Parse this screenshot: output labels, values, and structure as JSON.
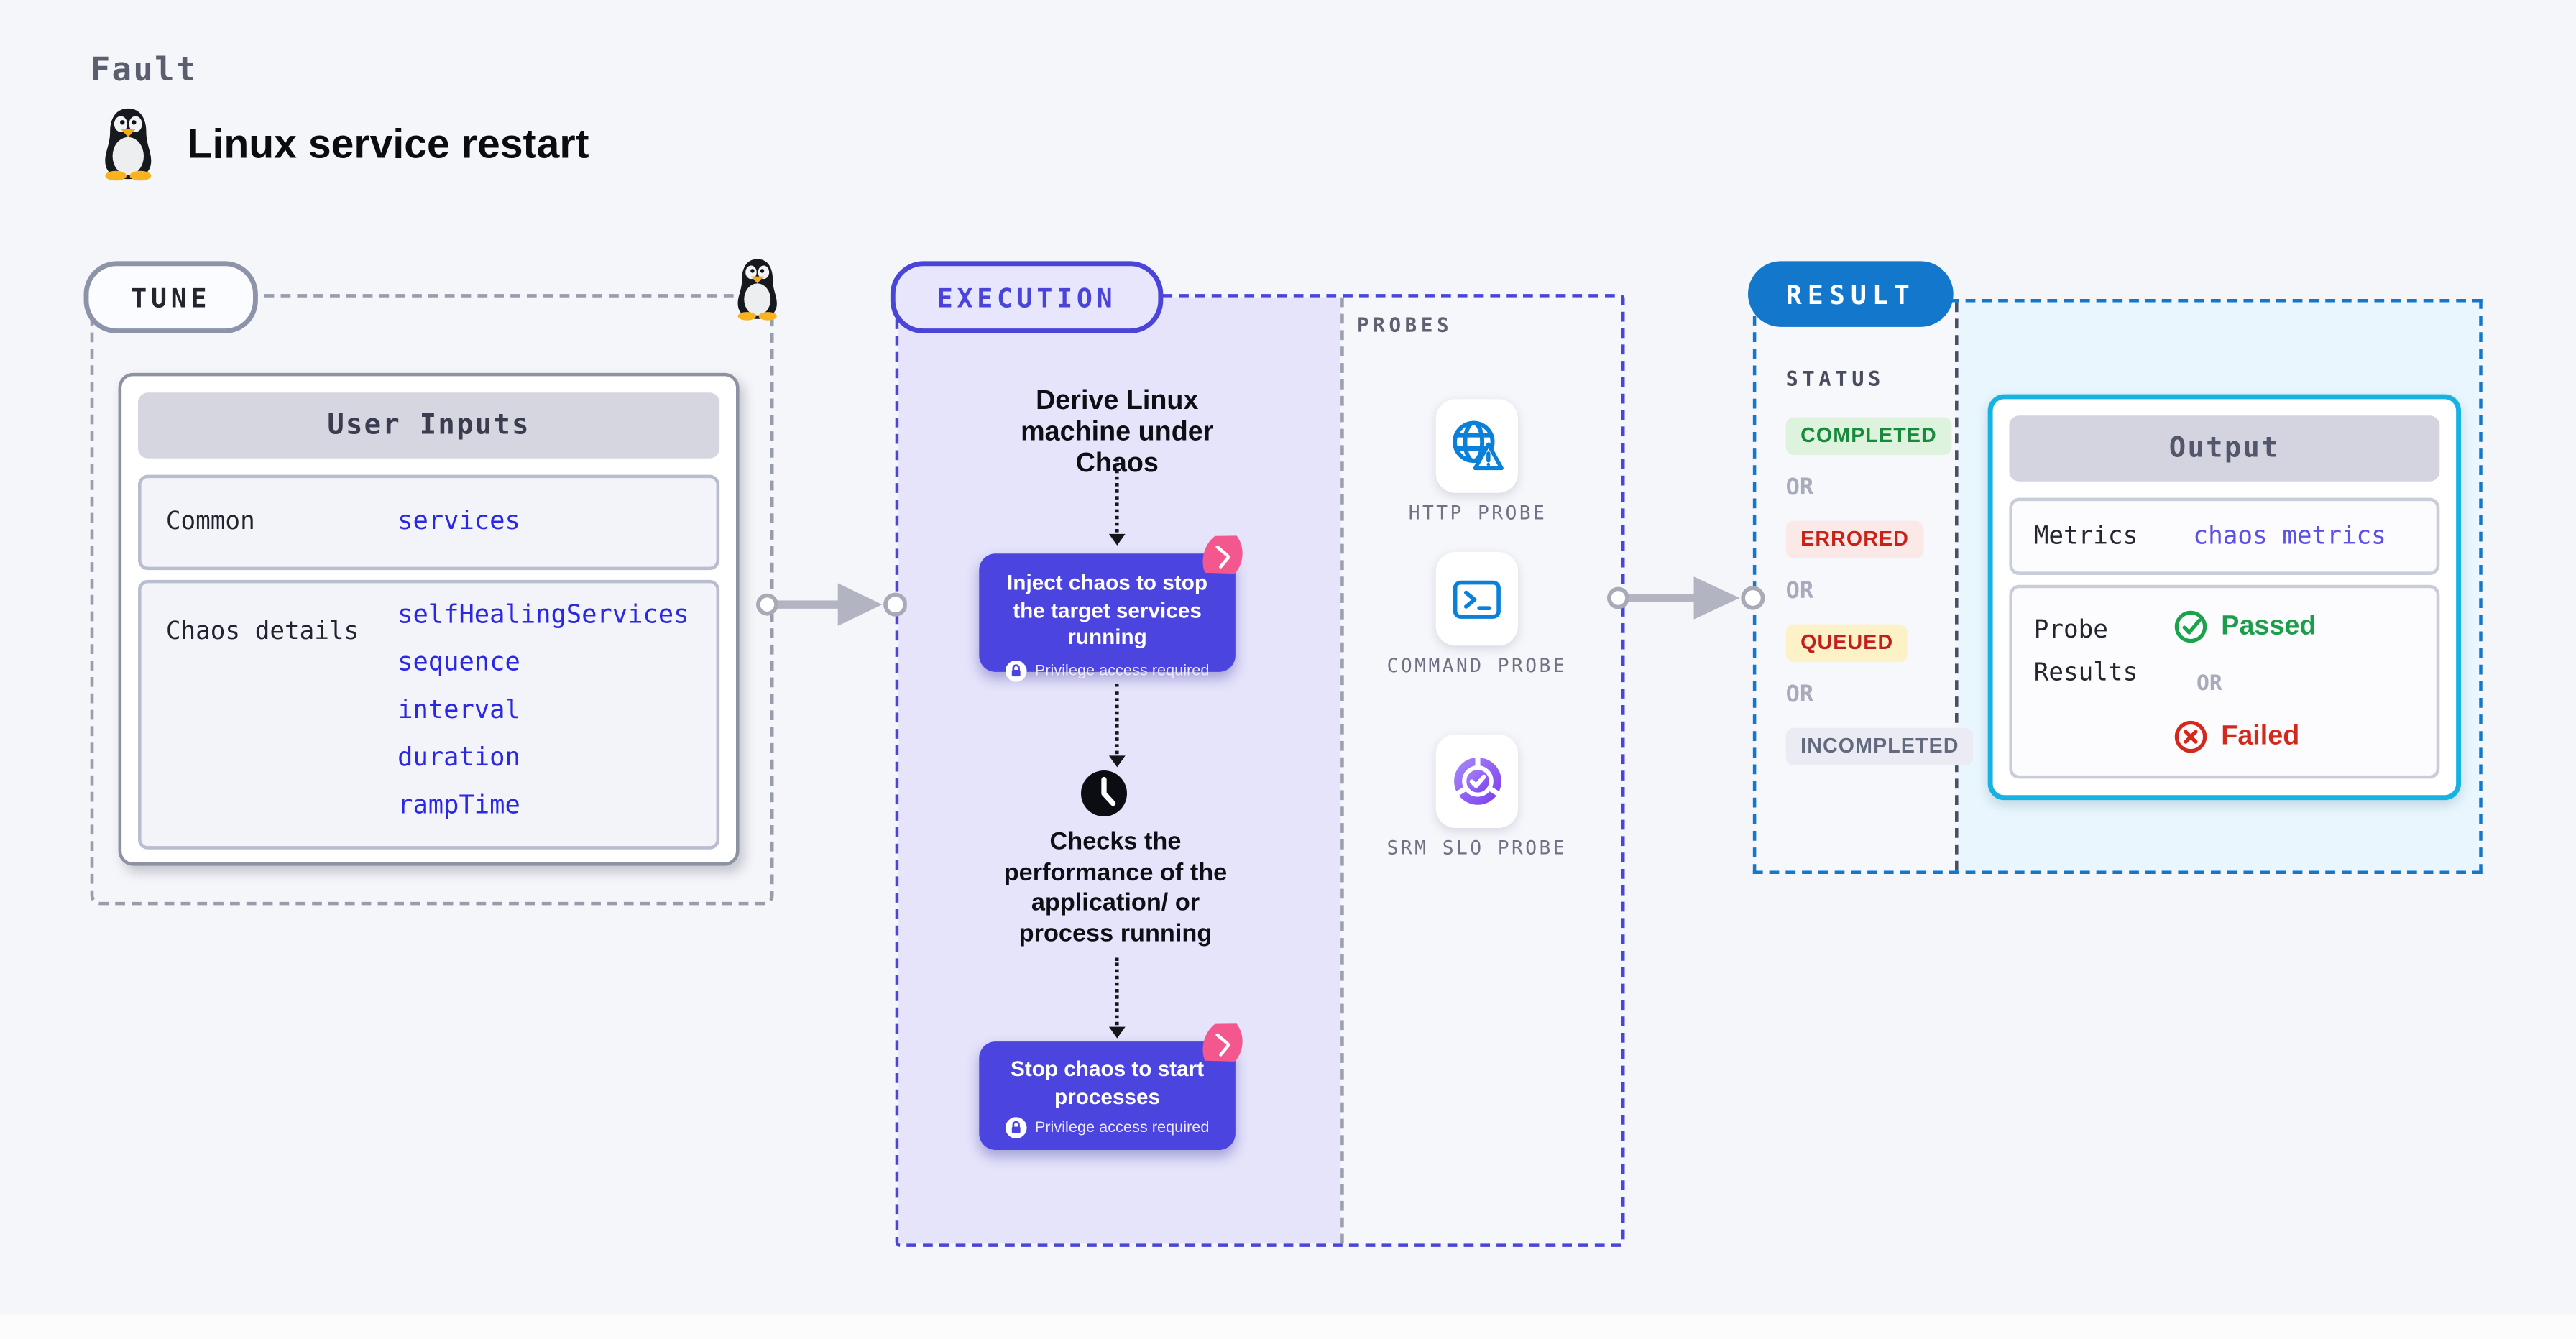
{
  "header": {
    "eyebrow": "Fault",
    "title": "Linux service restart",
    "icon": "tux-penguin-icon"
  },
  "tune": {
    "label": "TUNE",
    "corner_icon": "tux-penguin-icon",
    "user_inputs": {
      "title": "User Inputs",
      "rows": [
        {
          "label": "Common",
          "values": [
            "services"
          ]
        },
        {
          "label": "Chaos details",
          "values": [
            "selfHealingServices",
            "sequence",
            "interval",
            "duration",
            "rampTime"
          ]
        }
      ]
    }
  },
  "execution": {
    "label": "EXECUTION",
    "derive_step": "Derive Linux machine under Chaos",
    "inject_action": "Inject chaos to stop the target services running",
    "check_step": "Checks the performance of the application/ or process running",
    "stop_action": "Stop chaos to start processes",
    "privilege_note": "Privilege access required",
    "icons": [
      "chaos-pinwheel-icon",
      "lock-icon",
      "clock-icon"
    ]
  },
  "probes": {
    "label": "PROBES",
    "items": [
      {
        "name": "HTTP PROBE",
        "icon": "globe-alert-icon"
      },
      {
        "name": "COMMAND PROBE",
        "icon": "terminal-icon"
      },
      {
        "name": "SRM SLO PROBE",
        "icon": "slo-pie-check-icon"
      }
    ]
  },
  "result": {
    "label": "RESULT",
    "status_title": "STATUS",
    "or_label": "OR",
    "statuses": [
      {
        "name": "COMPLETED",
        "text_color": "#178a3b",
        "bg_color": "#def3dd"
      },
      {
        "name": "ERRORED",
        "text_color": "#cb2016",
        "bg_color": "#fbe9e7"
      },
      {
        "name": "QUEUED",
        "text_color": "#c21f1b",
        "bg_color": "#fdf1c8"
      },
      {
        "name": "INCOMPLETED",
        "text_color": "#636a80",
        "bg_color": "#ebecf3"
      }
    ],
    "output": {
      "title": "Output",
      "metrics_label": "Metrics",
      "metrics_value": "chaos metrics",
      "probe_results_label": "Probe Results",
      "passed_label": "Passed",
      "failed_label": "Failed",
      "passed_icon": "check-circle-icon",
      "failed_icon": "x-circle-icon"
    }
  },
  "colors": {
    "page_bg": "#f5f6fa",
    "tune_dash": "#989dac",
    "execution_accent": "#4b44d8",
    "execution_fill": "#e5e4fa",
    "action_box": "#4c44df",
    "chaos_pink": "#f4578e",
    "probe_blue": "#0a80d8",
    "srm_purple": "#7a3bee",
    "result_blue": "#1377cb",
    "output_border": "#15b2e2",
    "link_blue": "#2b28e4",
    "metrics_link": "#5b50e8",
    "passed_green": "#1b9e4b",
    "failed_red": "#d3291c"
  }
}
